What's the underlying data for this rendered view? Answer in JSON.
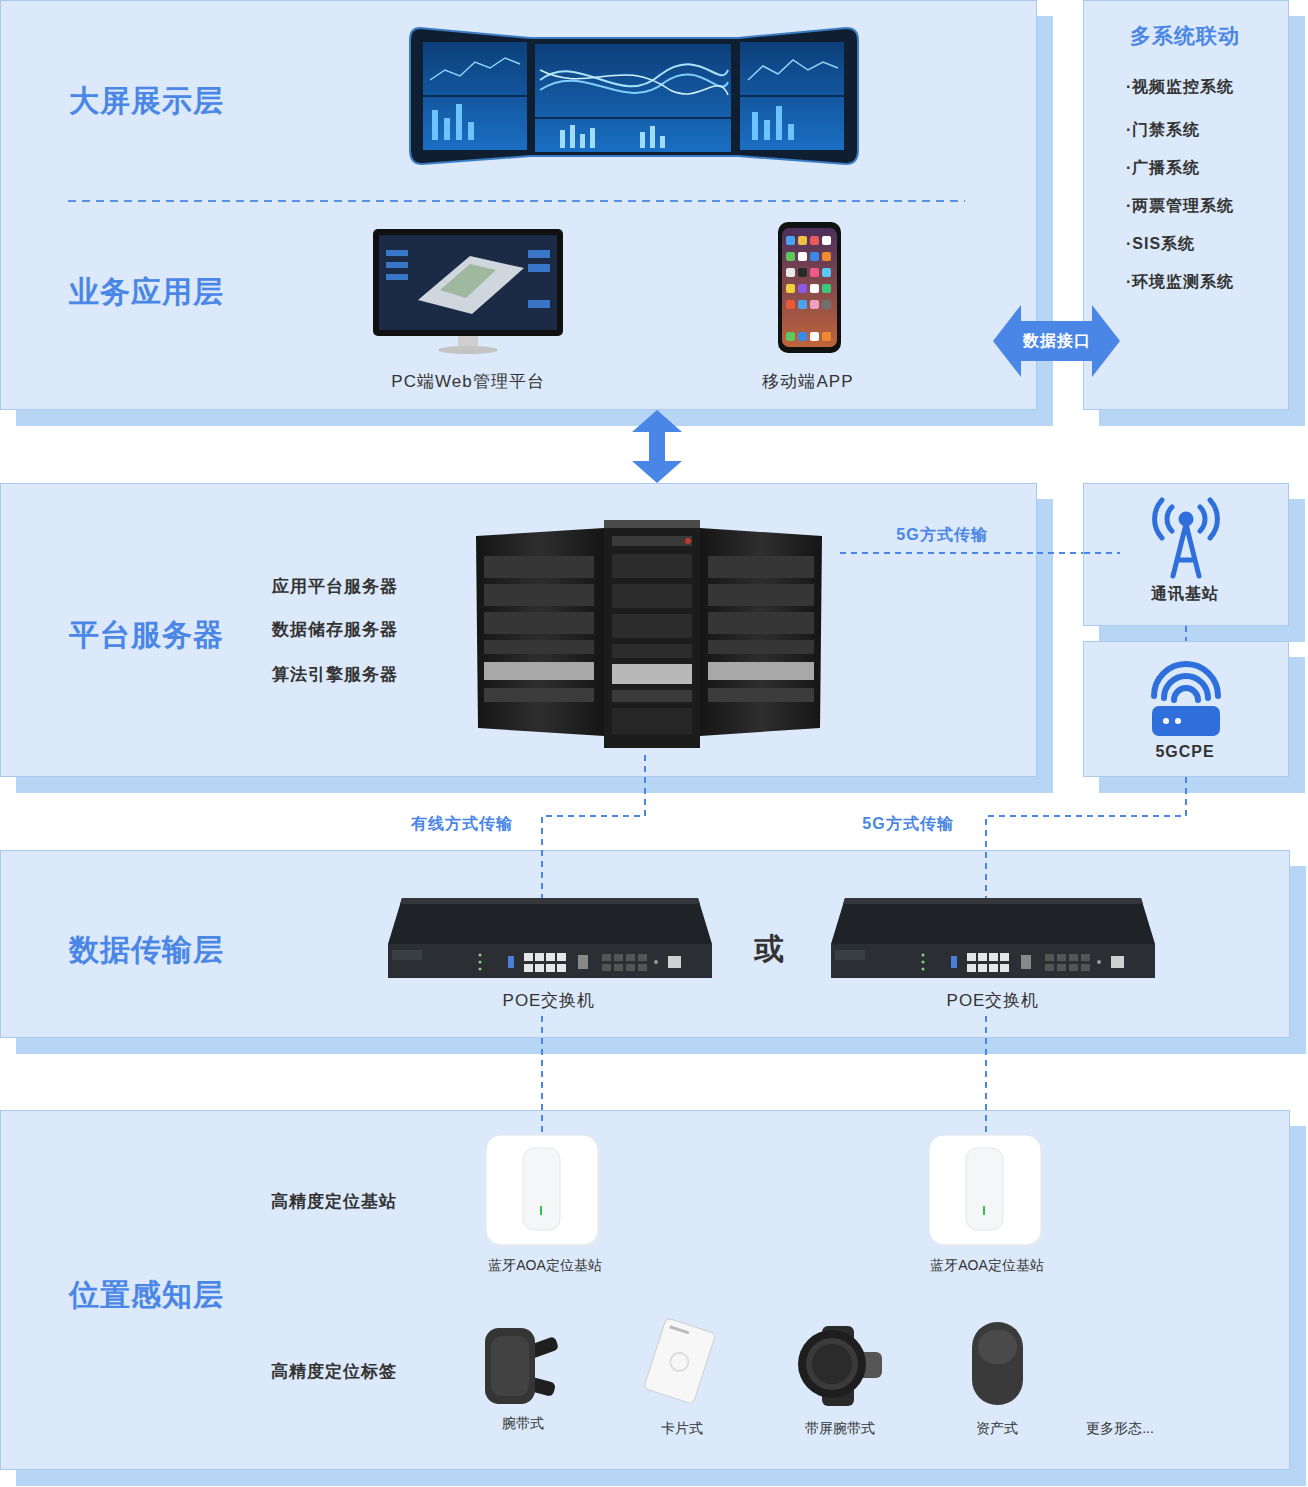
{
  "diagram": {
    "nodes": [
      {
        "text": [
          "大屏展示层",
          "业务应用层"
        ]
      },
      {
        "text": [
          "多系统联动",
          "·视频监控系统",
          "·门禁系统",
          "·广播系统",
          "·两票管理系统",
          "·SIS系统",
          "·环境监测系统"
        ]
      },
      {
        "text": [
          "平台服务器",
          "应用平台服务器",
          "数据储存服务器",
          "算法引擎服务器"
        ]
      },
      {
        "text": [
          "通讯基站"
        ]
      },
      {
        "text": [
          "5GCPE"
        ]
      },
      {
        "text": [
          "数据传输层"
        ]
      },
      {
        "text": [
          "POE交换机"
        ],
        "in": 5
      },
      {
        "text": [
          "POE交换机"
        ],
        "in": 5
      },
      {
        "text": [
          "位置感知层"
        ]
      },
      {
        "text": [
          "蓝牙AOA定位基站"
        ],
        "in": 8
      },
      {
        "text": [
          "蓝牙AOA定位基站"
        ],
        "in": 8
      }
    ],
    "edges": [
      {
        "from": 0,
        "to": 2,
        "arrow": "both"
      },
      {
        "from": 0,
        "to": 1,
        "label": "数据接口",
        "arrow": "both"
      },
      {
        "from": 2,
        "to": 3,
        "label": "5G方式传输",
        "arrow": "none"
      },
      {
        "from": 3,
        "to": 4,
        "arrow": "none"
      },
      {
        "from": 4,
        "to": 7,
        "label": "5G方式传输",
        "arrow": "none"
      },
      {
        "from": 2,
        "to": 6,
        "label": "有线方式传输",
        "arrow": "none"
      },
      {
        "from": 6,
        "to": 9,
        "arrow": "none"
      },
      {
        "from": 7,
        "to": 10,
        "arrow": "none"
      }
    ],
    "labels": [
      "PC端Web管理平台",
      "移动端APP",
      "或",
      "高精度定位基站",
      "高精度定位标签",
      "腕带式",
      "卡片式",
      "带屏腕带式",
      "资产式",
      "更多形态..."
    ]
  }
}
